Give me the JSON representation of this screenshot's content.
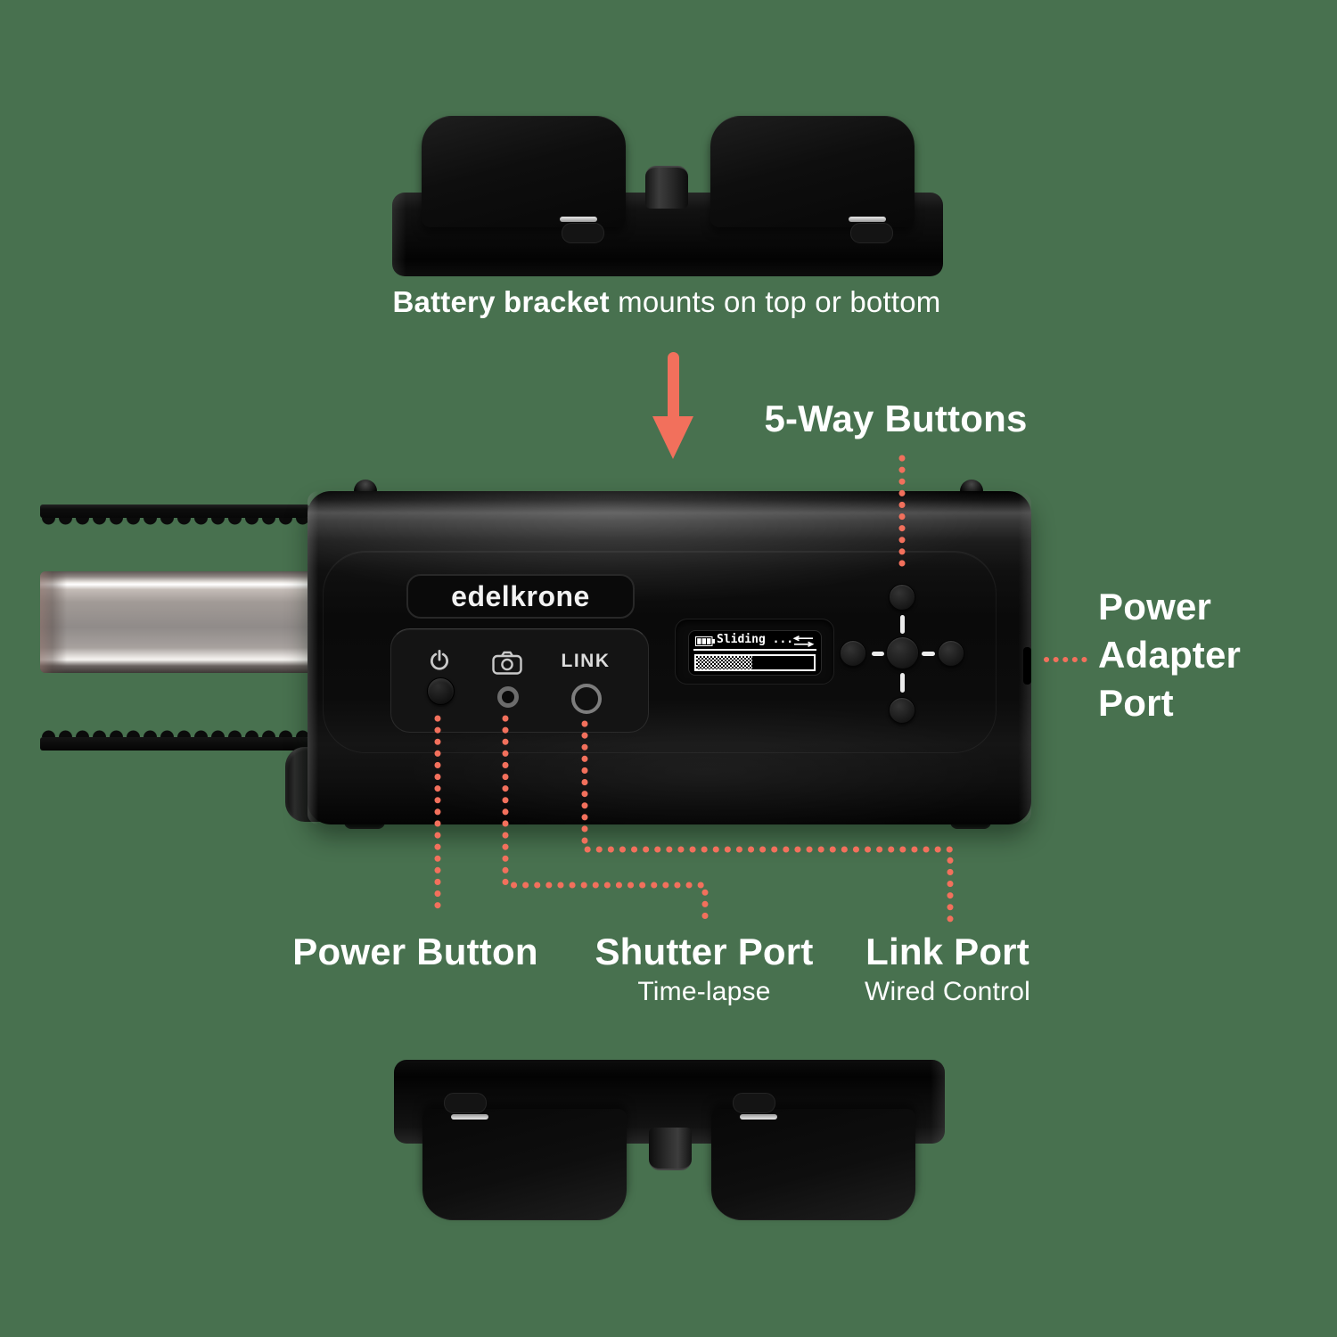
{
  "colors": {
    "background": "#48714F",
    "accent": "#F2705C",
    "text": "#FFFFFF"
  },
  "caption": {
    "bold": "Battery bracket",
    "rest": " mounts on top or bottom"
  },
  "callouts": {
    "five_way": {
      "label": "5-Way Buttons"
    },
    "power_adapter": {
      "label": "Power Adapter Port"
    },
    "power_button": {
      "label": "Power Button"
    },
    "shutter_port": {
      "label": "Shutter Port",
      "sublabel": "Time-lapse"
    },
    "link_port": {
      "label": "Link Port",
      "sublabel": "Wired Control"
    }
  },
  "device": {
    "brand": "edelkrone",
    "panel": {
      "power_icon": "power-icon",
      "camera_icon": "camera-icon",
      "link_label": "LINK"
    },
    "screen": {
      "battery_icon": "battery-icon",
      "status_text": "Sliding ...",
      "arrows_icon": "left-right-arrows-icon",
      "progress_percent": 48
    },
    "five_way_buttons": [
      "up",
      "left",
      "center",
      "right",
      "down"
    ]
  },
  "accessories": {
    "battery_bracket_top": "battery-bracket",
    "battery_bracket_bottom": "battery-bracket"
  }
}
